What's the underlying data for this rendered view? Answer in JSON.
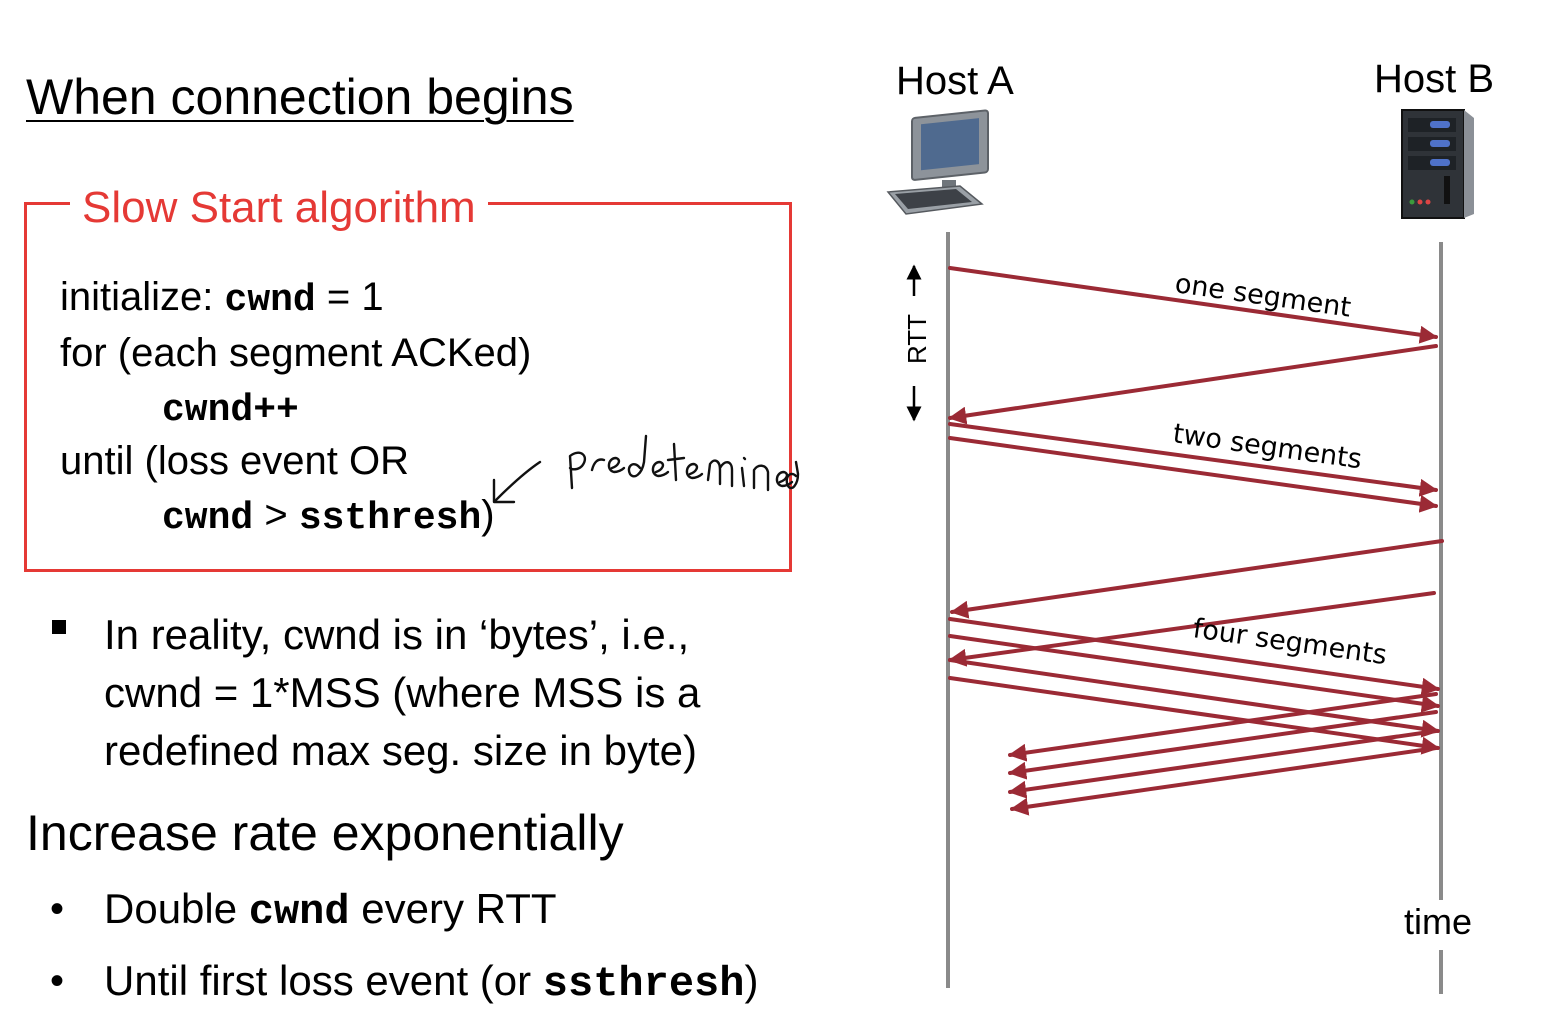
{
  "title": "When connection begins",
  "algorithm": {
    "title": "Slow Start algorithm",
    "line1_text": "initialize: ",
    "line1_code": "cwnd",
    "line1_rest": " = 1",
    "line2_text": "for (each segment ACKed)",
    "line3_code": "cwnd++",
    "line4_text": "until (loss event OR",
    "line5_code_a": "cwnd",
    "line5_op": " > ",
    "line5_code_b": "ssthresh",
    "line5_close": ")",
    "handwritten_note": "pre determined"
  },
  "bullet1": {
    "line1": "In reality, cwnd is in ‘bytes’, i.e.,",
    "line2": "cwnd = 1*MSS (where MSS is a",
    "line3": "redefined max seg. size in byte)"
  },
  "heading2": "Increase rate exponentially",
  "bullets2": [
    {
      "pre": "Double ",
      "code": "cwnd",
      "post": " every RTT"
    },
    {
      "pre": "Until first loss event (or ",
      "code": "ssthresh",
      "post": ")"
    }
  ],
  "diagram": {
    "host_a": "Host A",
    "host_b": "Host B",
    "rtt_label": "RTT",
    "time_label": "time",
    "segment_labels": [
      "one segment",
      "two segments",
      "four segments"
    ],
    "icons": [
      "desktop-computer-icon",
      "server-tower-icon"
    ],
    "arrow_color": "#9b2a35",
    "timeline_color": "#8a8a8a"
  },
  "colors": {
    "accent": "#e53935",
    "text": "#000000"
  }
}
